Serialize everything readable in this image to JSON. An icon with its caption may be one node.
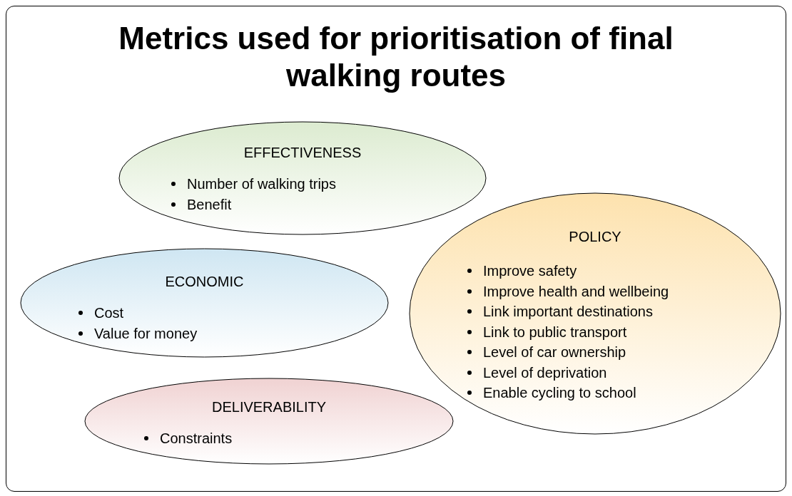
{
  "diagram": {
    "title": "Metrics used for prioritisation of final walking routes",
    "nodes": [
      {
        "text": [
          "EFFECTIVENESS",
          "Number of walking trips",
          "Benefit"
        ]
      },
      {
        "text": [
          "ECONOMIC",
          "Cost",
          "Value for money"
        ]
      },
      {
        "text": [
          "POLICY",
          "Improve safety",
          "Improve health and wellbeing",
          "Link important destinations",
          "Link to public transport",
          "Level of car ownership",
          "Level of deprivation",
          "Enable cycling to school"
        ]
      },
      {
        "text": [
          "DELIVERABILITY",
          "Constraints"
        ]
      }
    ]
  }
}
